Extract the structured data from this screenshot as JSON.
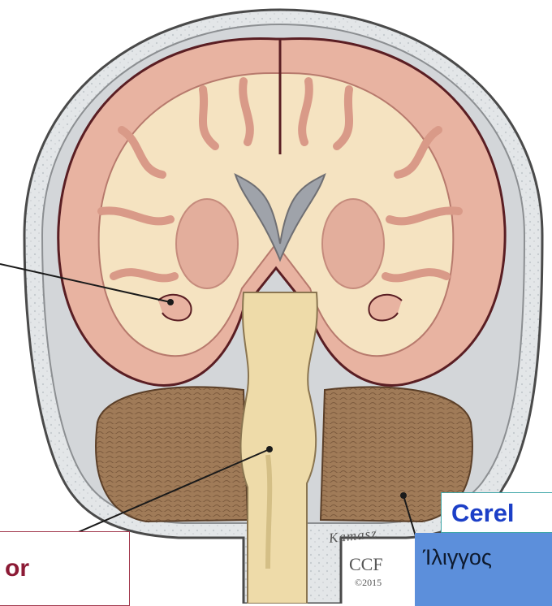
{
  "labels": {
    "brainstem": "s or",
    "cerebellum": "Cerel",
    "vertigo": "Ίλιγγος"
  },
  "signature": {
    "name": "Kamasz",
    "org": "CCF",
    "year": "©2015"
  },
  "colors": {
    "skull": "#e4e6e8",
    "cortex": "#e9b4a2",
    "white_matter": "#f6e4c2",
    "cerebellum": "#9e7a56",
    "brainstem": "#efdcaa"
  }
}
